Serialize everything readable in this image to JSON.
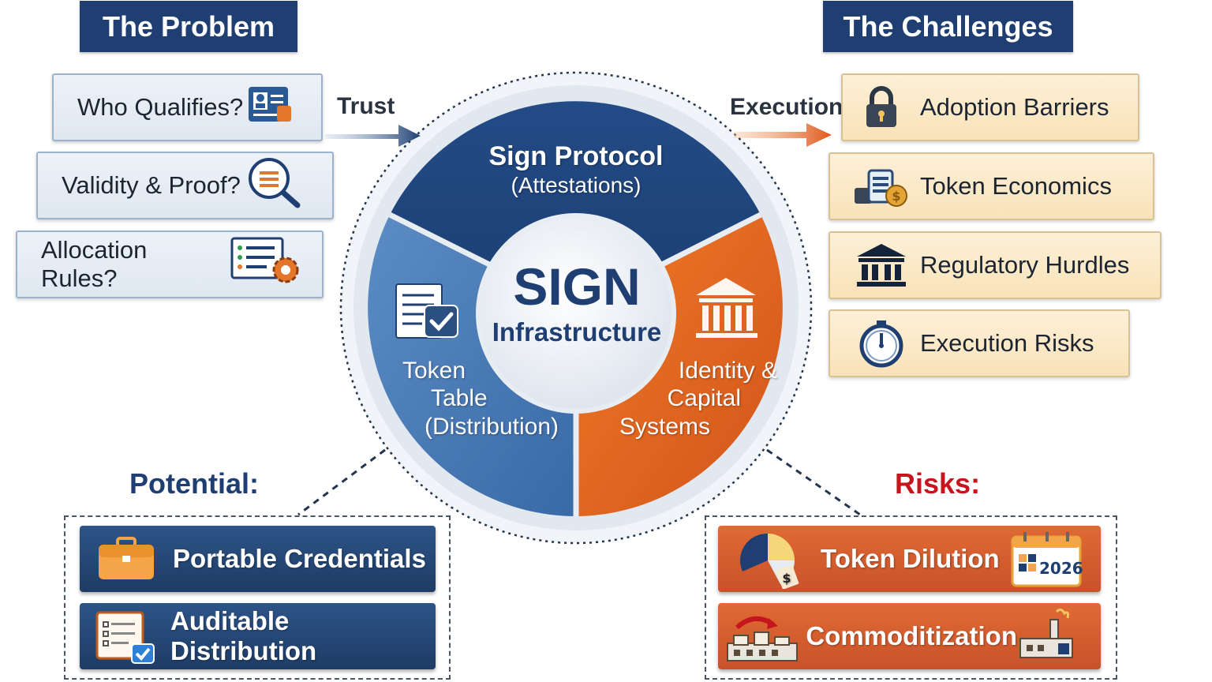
{
  "problem": {
    "title": "The Problem",
    "items": [
      {
        "label": "Who Qualifies?",
        "icon": "id-card-icon"
      },
      {
        "label": "Validity & Proof?",
        "icon": "magnifier-icon"
      },
      {
        "label": "Allocation Rules?",
        "icon": "checklist-gear-icon"
      }
    ]
  },
  "challenges": {
    "title": "The Challenges",
    "items": [
      {
        "label": "Adoption Barriers",
        "icon": "lock-icon"
      },
      {
        "label": "Token Economics",
        "icon": "coins-icon"
      },
      {
        "label": "Regulatory Hurdles",
        "icon": "bank-icon"
      },
      {
        "label": "Execution Risks",
        "icon": "stopwatch-icon"
      }
    ]
  },
  "arrows": {
    "left": "Trust",
    "right": "Execution"
  },
  "wheel": {
    "center_title": "SIGN",
    "center_subtitle": "Infrastructure",
    "top": {
      "line1": "Sign Protocol",
      "line2": "(Attestations)"
    },
    "left": {
      "line1": "Token",
      "line2": "Table",
      "line3": "(Distribution)"
    },
    "right": {
      "line1": "Identity &",
      "line2": "Capital",
      "line3": "Systems"
    }
  },
  "potential": {
    "title": "Potential:",
    "items": [
      {
        "label": "Portable Credentials",
        "icon": "briefcase-icon"
      },
      {
        "label": "Auditable Distribution",
        "icon": "checklist-icon"
      }
    ]
  },
  "risks": {
    "title": "Risks:",
    "items": [
      {
        "label": "Token Dilution",
        "icon": "pie-chart-icon",
        "badge": "2026"
      },
      {
        "label": "Commoditization",
        "icon": "factory-icon"
      }
    ]
  },
  "colors": {
    "navy": "#1f3f73",
    "blue": "#3d6aa3",
    "orange": "#e2661f",
    "risk_red": "#c4161c"
  }
}
